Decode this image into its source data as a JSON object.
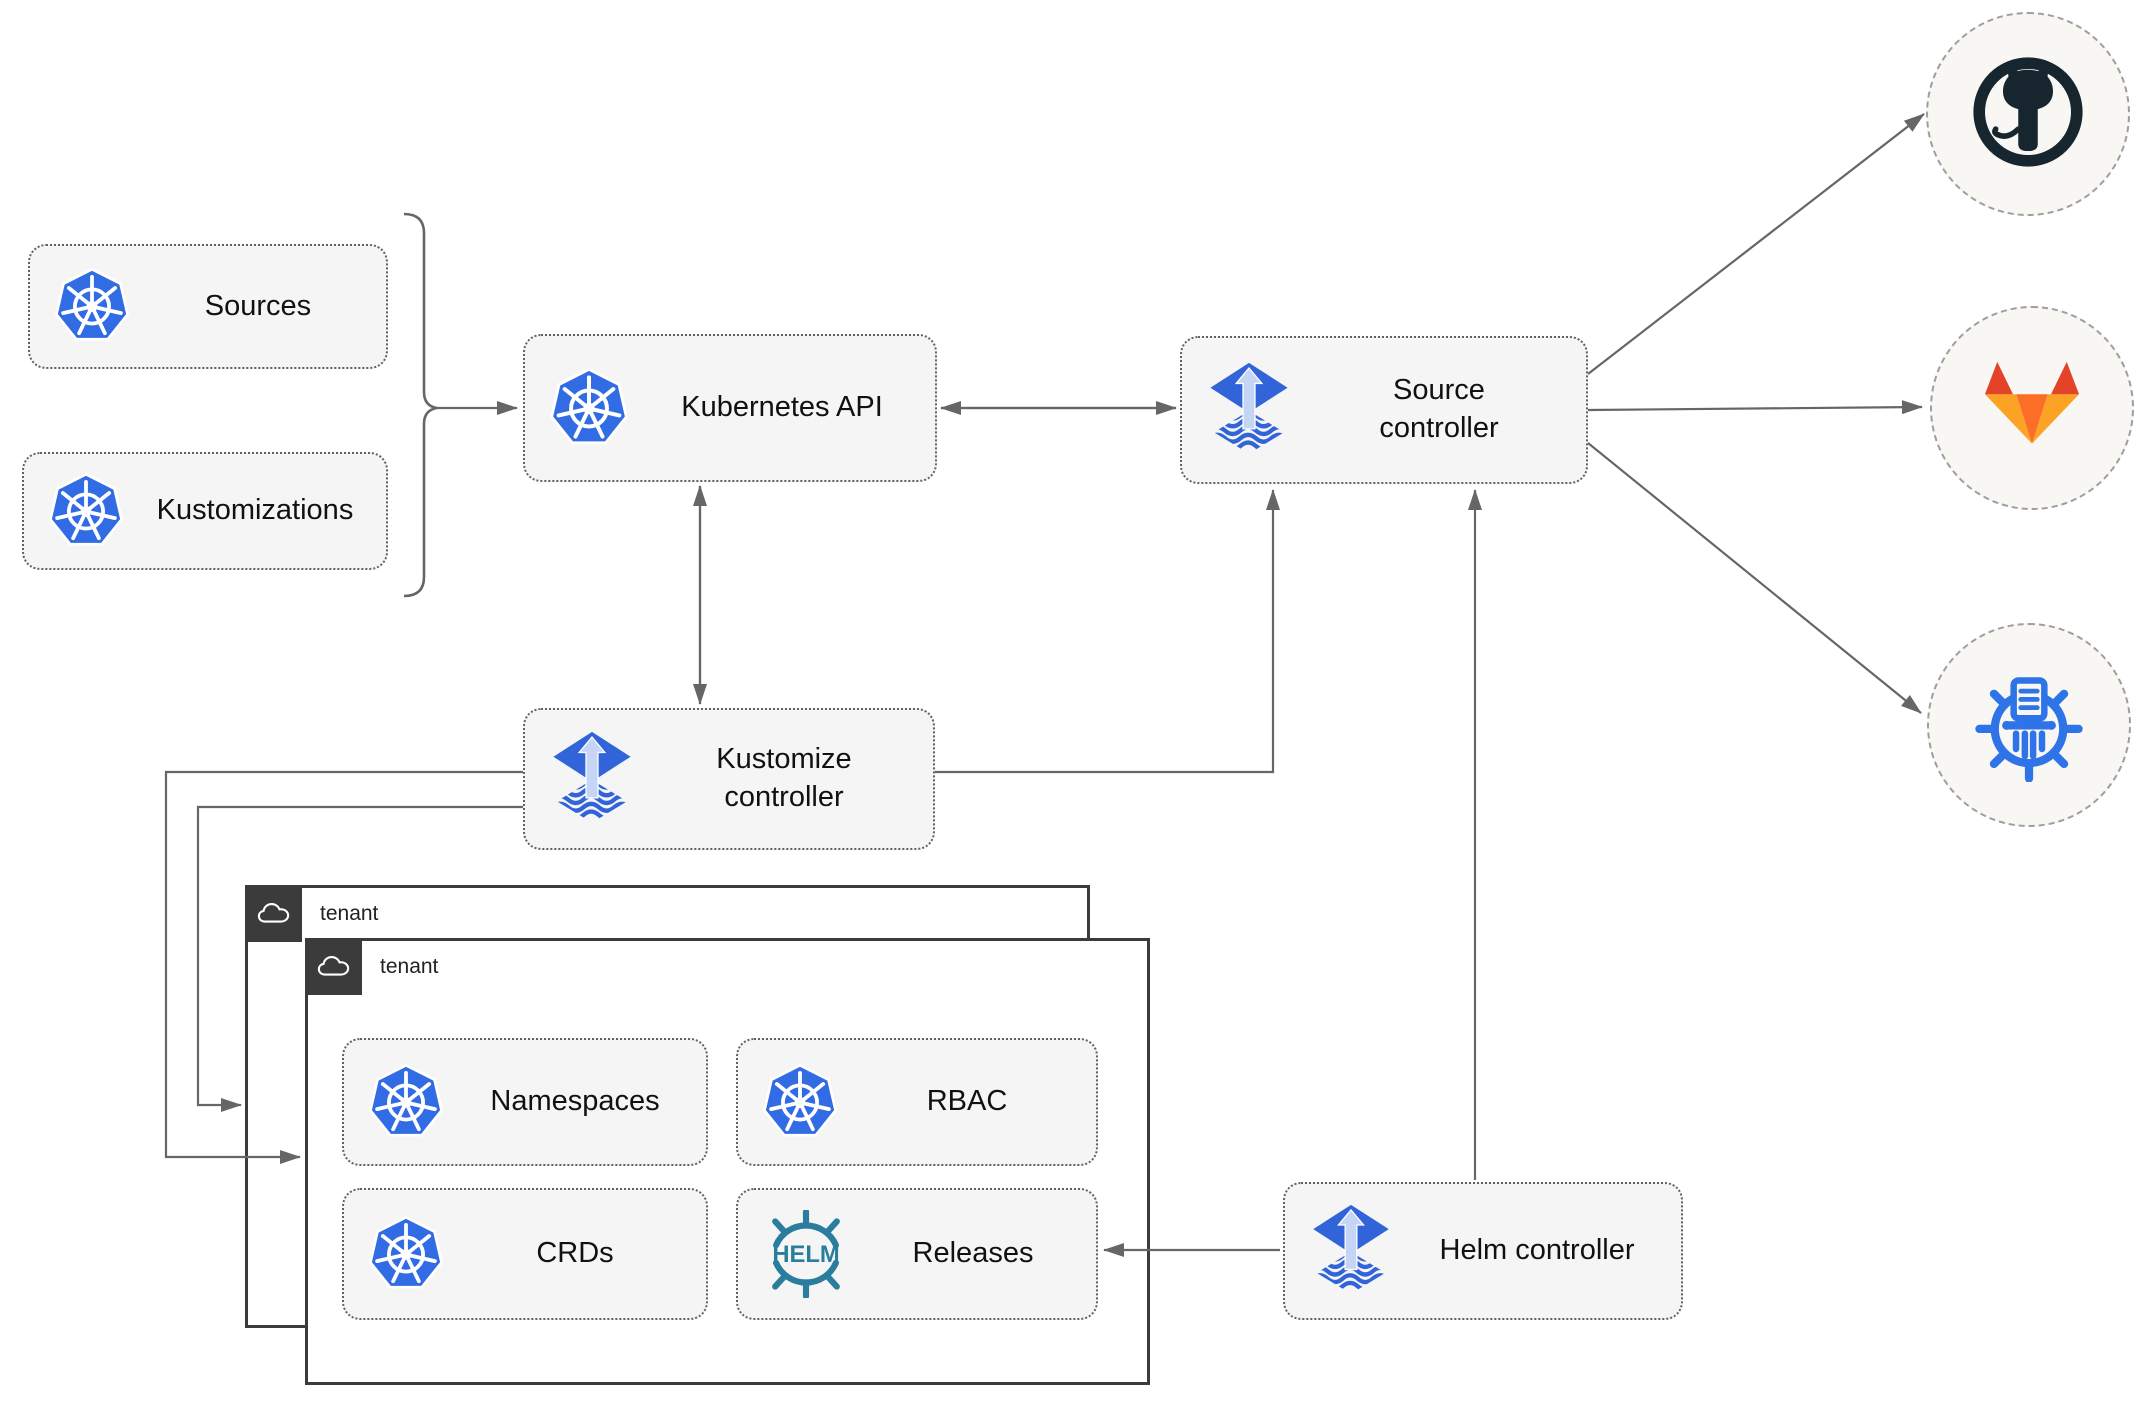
{
  "diagram": {
    "nodes": {
      "sources": "Sources",
      "kustomizations": "Kustomizations",
      "kubernetes_api": "Kubernetes API",
      "source_controller": "Source controller",
      "kustomize_controller": "Kustomize controller",
      "helm_controller": "Helm controller",
      "namespaces": "Namespaces",
      "rbac": "RBAC",
      "crds": "CRDs",
      "releases": "Releases"
    },
    "tenants": [
      {
        "label": "tenant"
      },
      {
        "label": "tenant"
      }
    ],
    "helm_logo_text": "HELM",
    "icons": {
      "kubernetes": "kubernetes-wheel-icon",
      "flux": "flux-icon",
      "helm": "helm-wheel-icon",
      "cloud": "cloud-icon",
      "github": "github-octocat-icon",
      "gitlab": "gitlab-tanuki-icon",
      "chart_repository": "chart-repository-icon"
    },
    "colors": {
      "kubernetes_blue": "#326ce5",
      "flux_blue": "#3064d8",
      "flux_arrow_light": "#c5d5f6",
      "helm_teal": "#2a7d9d",
      "github_dark": "#17252f",
      "gitlab_red": "#e24329",
      "gitlab_orange": "#fc6d26",
      "gitlab_light_orange": "#fca326",
      "chart_repo_blue": "#2e74e8",
      "arrow_gray": "#666666",
      "node_fill": "#f5f5f5",
      "tenant_border": "#3b3b3b",
      "circle_fill": "#f8f7f4"
    }
  }
}
